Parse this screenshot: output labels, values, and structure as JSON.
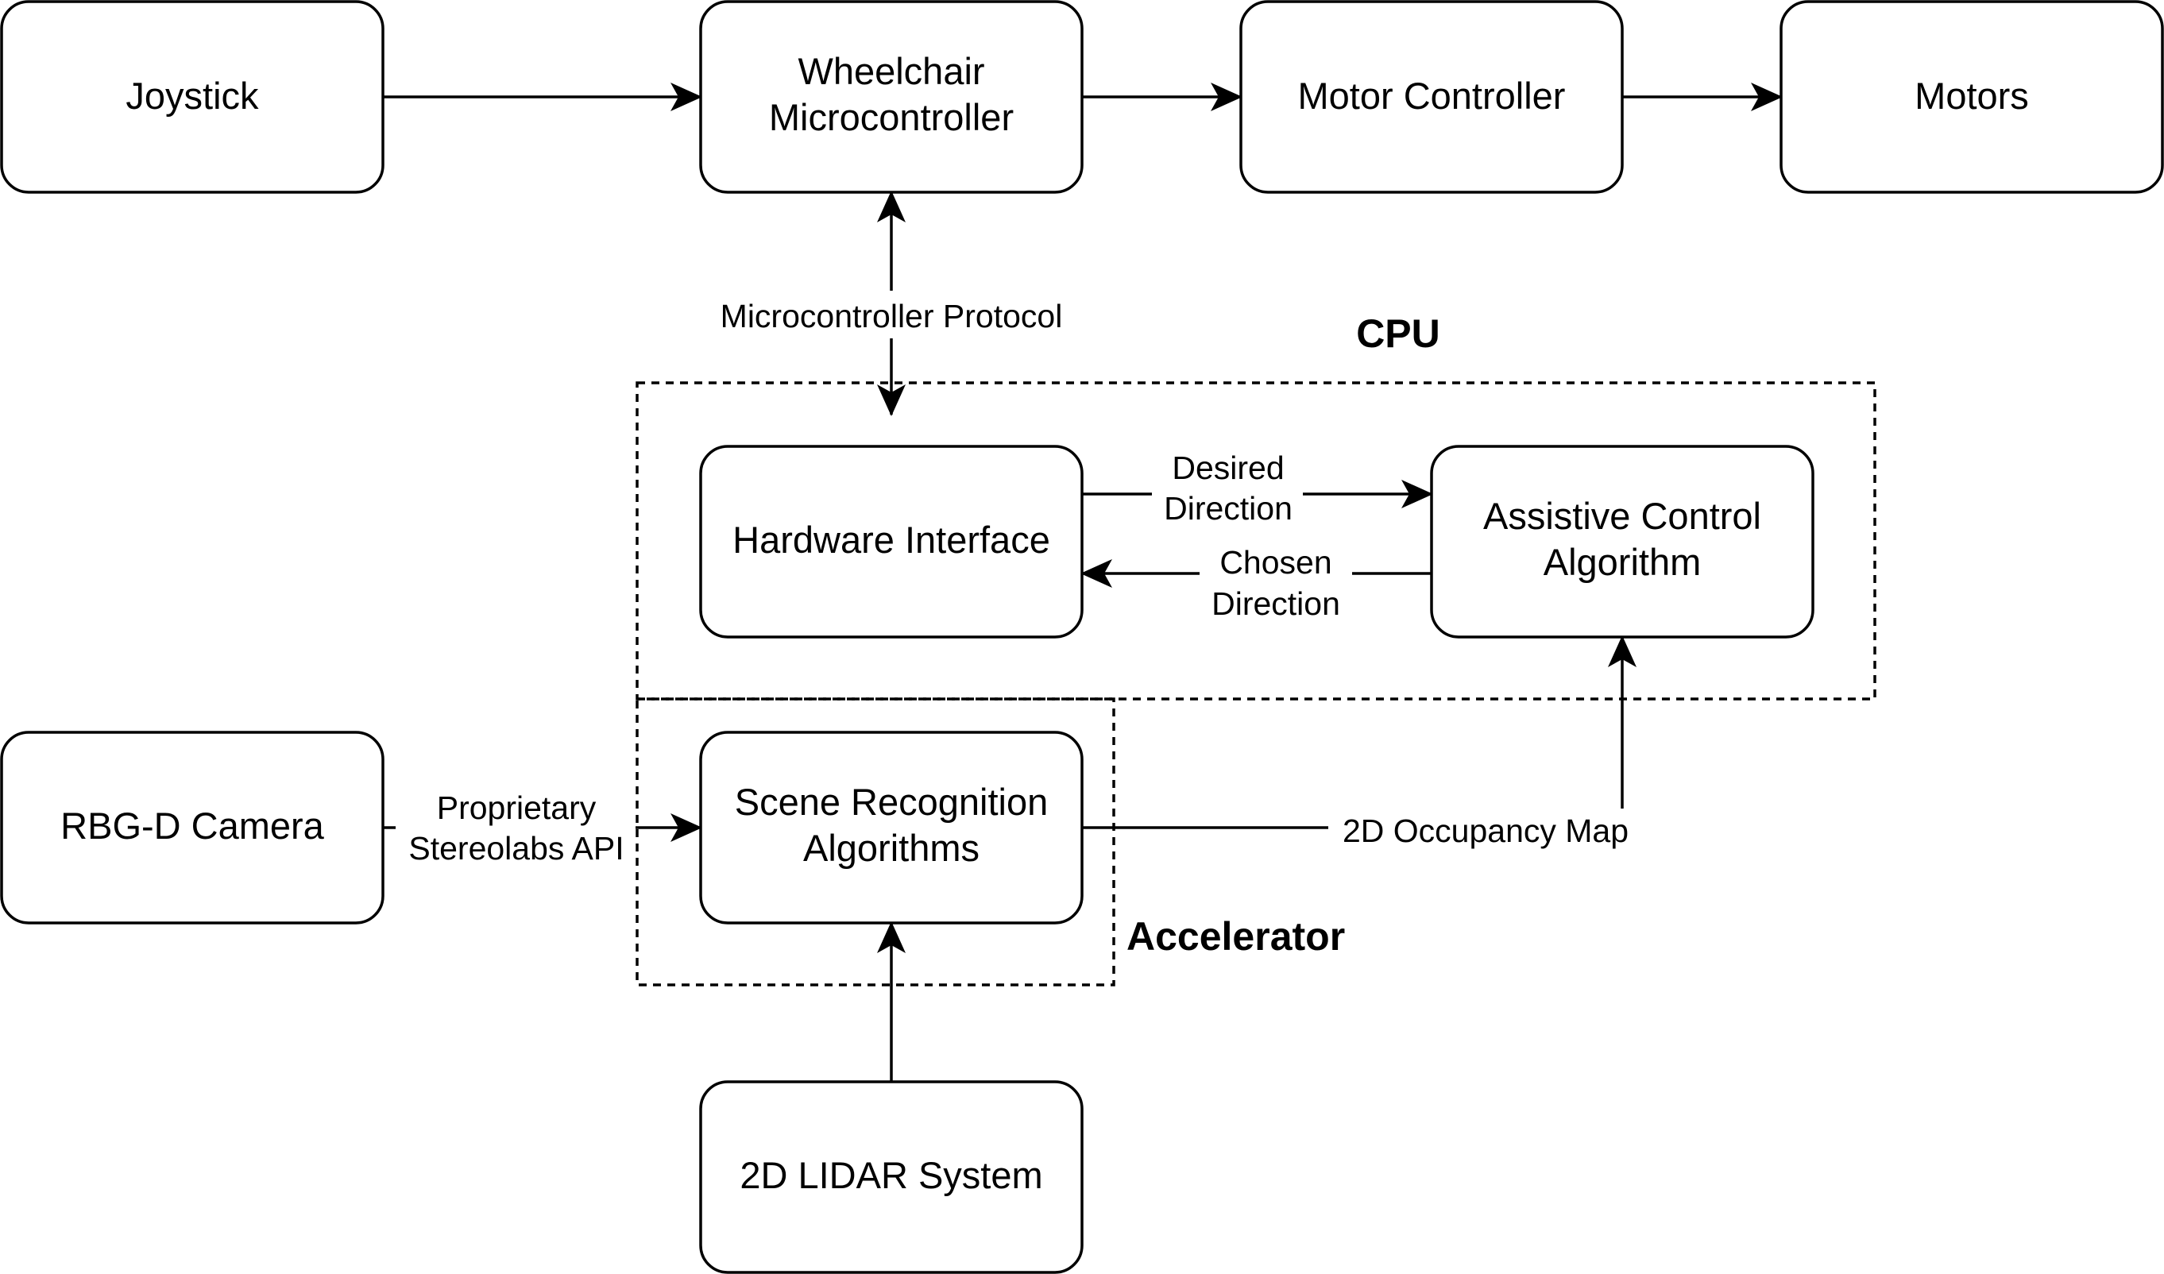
{
  "groups": {
    "cpu": {
      "title": "CPU"
    },
    "accelerator": {
      "title": "Accelerator"
    }
  },
  "nodes": {
    "joystick": {
      "lines": [
        "Joystick"
      ]
    },
    "wheelchair_mc": {
      "lines": [
        "Wheelchair",
        "Microcontroller"
      ]
    },
    "motor_controller": {
      "lines": [
        "Motor Controller"
      ]
    },
    "motors": {
      "lines": [
        "Motors"
      ]
    },
    "hardware_interface": {
      "lines": [
        "Hardware Interface"
      ]
    },
    "assistive_control": {
      "lines": [
        "Assistive Control",
        "Algorithm"
      ]
    },
    "rgbd_camera": {
      "lines": [
        "RBG-D Camera"
      ]
    },
    "scene_recognition": {
      "lines": [
        "Scene Recognition",
        "Algorithms"
      ]
    },
    "lidar": {
      "lines": [
        "2D LIDAR System"
      ]
    }
  },
  "edges": {
    "microcontroller_protocol": {
      "lines": [
        "Microcontroller Protocol"
      ]
    },
    "desired_direction": {
      "lines": [
        "Desired",
        "Direction"
      ]
    },
    "chosen_direction": {
      "lines": [
        "Chosen",
        "Direction"
      ]
    },
    "stereolabs_api": {
      "lines": [
        "Proprietary",
        "Stereolabs API"
      ]
    },
    "occupancy_map": {
      "lines": [
        "2D Occupancy Map"
      ]
    }
  },
  "colors": {
    "stroke": "#000000",
    "background": "#ffffff"
  }
}
